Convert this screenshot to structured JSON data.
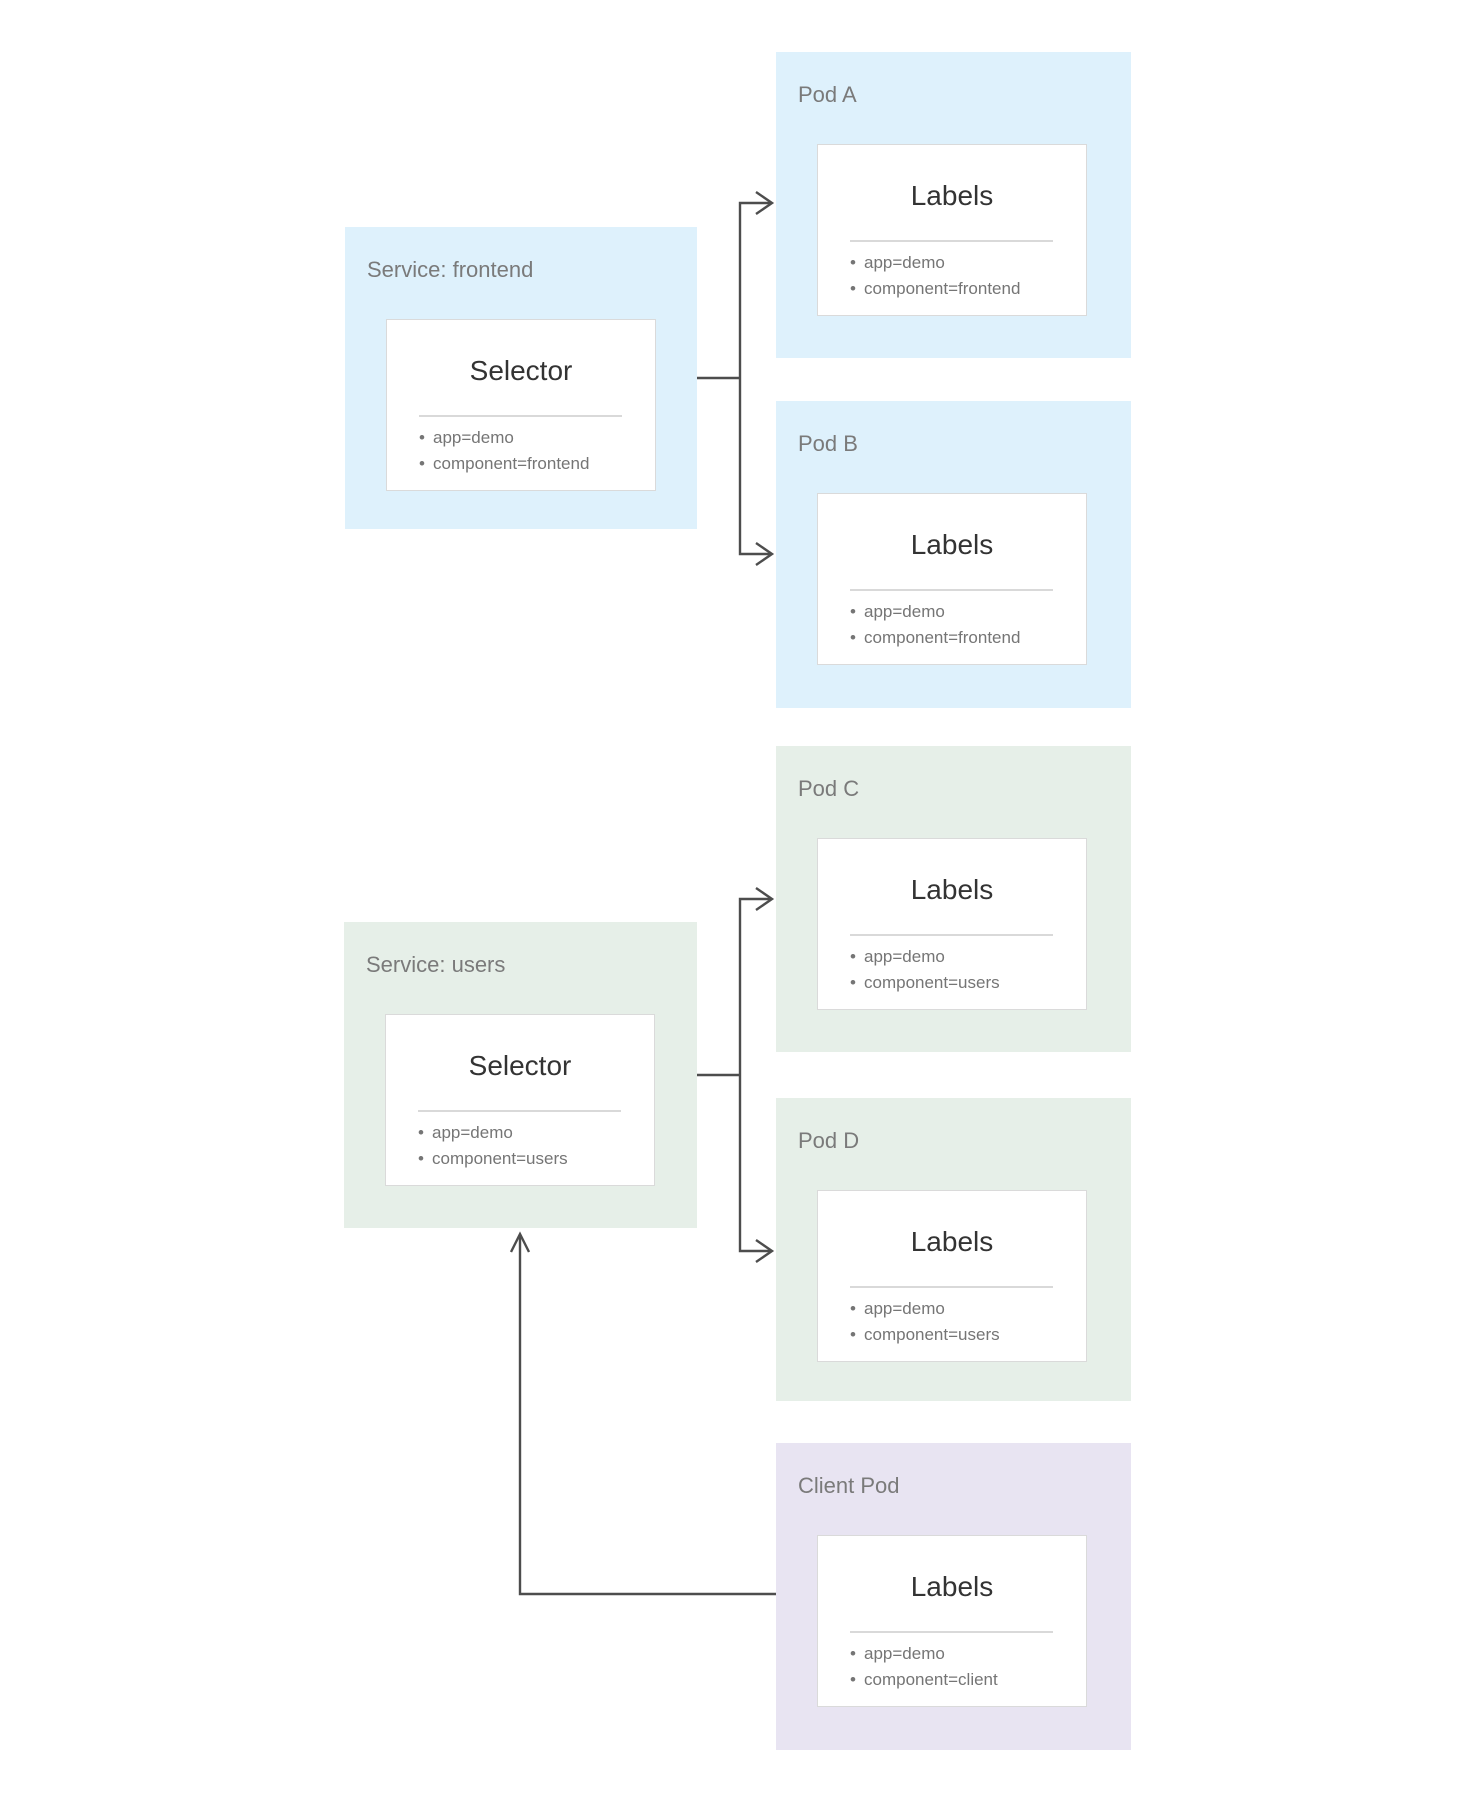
{
  "colors": {
    "blue": "#def1fc",
    "green": "#e6efe8",
    "purple": "#e8e4f2",
    "card_bg": "#ffffff",
    "card_border": "#dadada",
    "divider": "#d9d9d9",
    "arrow": "#4d4d4d",
    "label_text": "#7a7a7a",
    "title_text": "#333333",
    "list_text": "#757575"
  },
  "nodes": {
    "service_frontend": {
      "label": "Service: frontend",
      "card_title": "Selector",
      "items": [
        "app=demo",
        "component=frontend"
      ],
      "theme": "blue"
    },
    "pod_a": {
      "label": "Pod A",
      "card_title": "Labels",
      "items": [
        "app=demo",
        "component=frontend"
      ],
      "theme": "blue"
    },
    "pod_b": {
      "label": "Pod B",
      "card_title": "Labels",
      "items": [
        "app=demo",
        "component=frontend"
      ],
      "theme": "blue"
    },
    "service_users": {
      "label": "Service: users",
      "card_title": "Selector",
      "items": [
        "app=demo",
        "component=users"
      ],
      "theme": "green"
    },
    "pod_c": {
      "label": "Pod C",
      "card_title": "Labels",
      "items": [
        "app=demo",
        "component=users"
      ],
      "theme": "green"
    },
    "pod_d": {
      "label": "Pod D",
      "card_title": "Labels",
      "items": [
        "app=demo",
        "component=users"
      ],
      "theme": "green"
    },
    "client_pod": {
      "label": "Client Pod",
      "card_title": "Labels",
      "items": [
        "app=demo",
        "component=client"
      ],
      "theme": "purple"
    }
  },
  "edges": [
    {
      "from": "service_frontend",
      "to": "pod_a"
    },
    {
      "from": "service_frontend",
      "to": "pod_b"
    },
    {
      "from": "service_users",
      "to": "pod_c"
    },
    {
      "from": "service_users",
      "to": "pod_d"
    },
    {
      "from": "client_pod",
      "to": "service_users"
    }
  ]
}
